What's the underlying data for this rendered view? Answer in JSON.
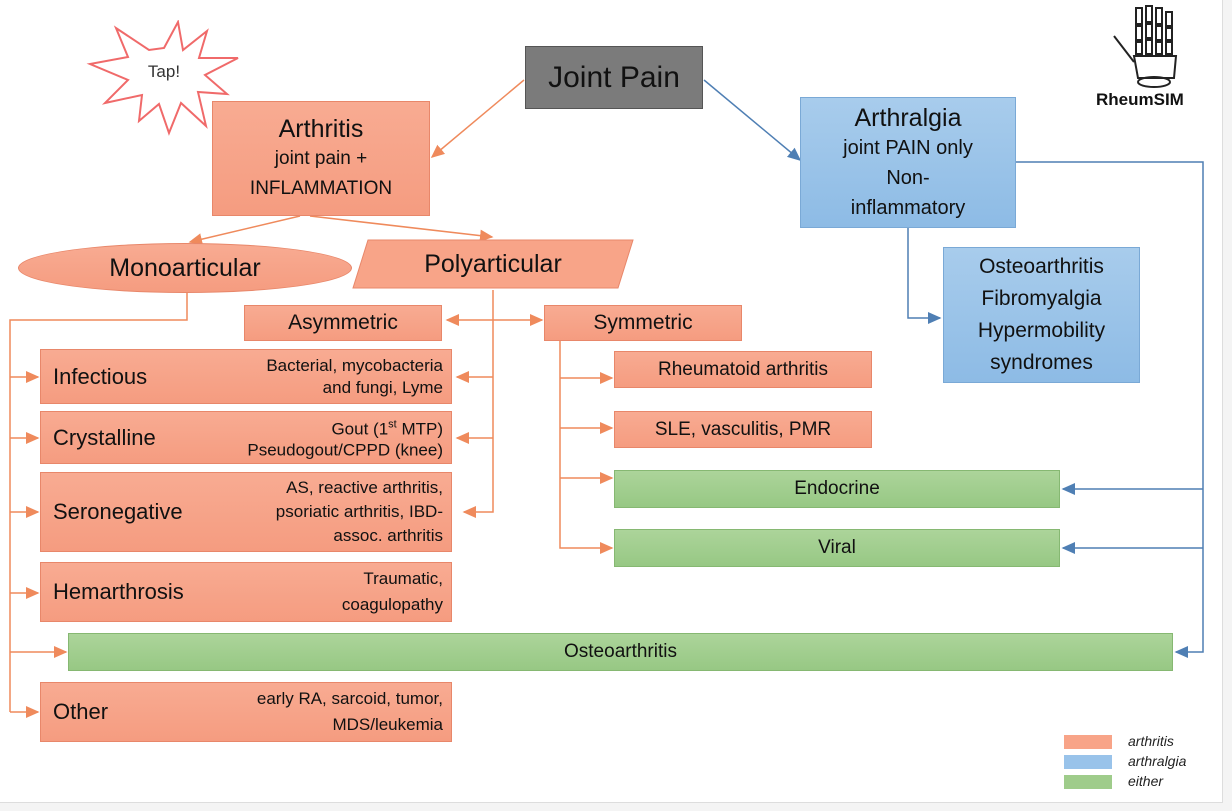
{
  "tap": "Tap!",
  "logo_text": "RheumSIM",
  "root": "Joint Pain",
  "arthritis": {
    "title": "Arthritis",
    "line1": "joint pain +",
    "line2": "INFLAMMATION"
  },
  "arthralgia": {
    "title": "Arthralgia",
    "line1": "joint PAIN only",
    "line2": "Non-",
    "line3": "inflammatory"
  },
  "arthralgia_list": [
    "Osteoarthritis",
    "Fibromyalgia",
    "Hypermobility",
    "syndromes"
  ],
  "mono": "Monoarticular",
  "poly": "Polyarticular",
  "asym": "Asymmetric",
  "sym": "Symmetric",
  "mono_items": [
    {
      "name": "Infectious",
      "desc": [
        "Bacterial, mycobacteria",
        "and fungi, Lyme"
      ]
    },
    {
      "name": "Crystalline",
      "desc_a": "Gout (1",
      "desc_sup": "st",
      "desc_b": " MTP)",
      "desc2": "Pseudogout/CPPD (knee)"
    },
    {
      "name": "Seronegative",
      "desc": [
        "AS, reactive arthritis,",
        "psoriatic arthritis, IBD-",
        "assoc. arthritis"
      ]
    },
    {
      "name": "Hemarthrosis",
      "desc": [
        "Traumatic,",
        "coagulopathy"
      ]
    },
    {
      "name": "Other",
      "desc": [
        "early RA, sarcoid, tumor,",
        "MDS/leukemia"
      ]
    }
  ],
  "sym_items": [
    "Rheumatoid arthritis",
    "SLE, vasculitis, PMR"
  ],
  "either_items": [
    "Endocrine",
    "Viral"
  ],
  "osteo_bar": "Osteoarthritis",
  "legend": [
    {
      "label": "arthritis",
      "color": "#f8a488"
    },
    {
      "label": "arthralgia",
      "color": "#99c3ea"
    },
    {
      "label": "either",
      "color": "#9fcc8b"
    }
  ],
  "colors": {
    "orange_line": "#ef8a5c",
    "blue_line": "#4f7fb4"
  }
}
